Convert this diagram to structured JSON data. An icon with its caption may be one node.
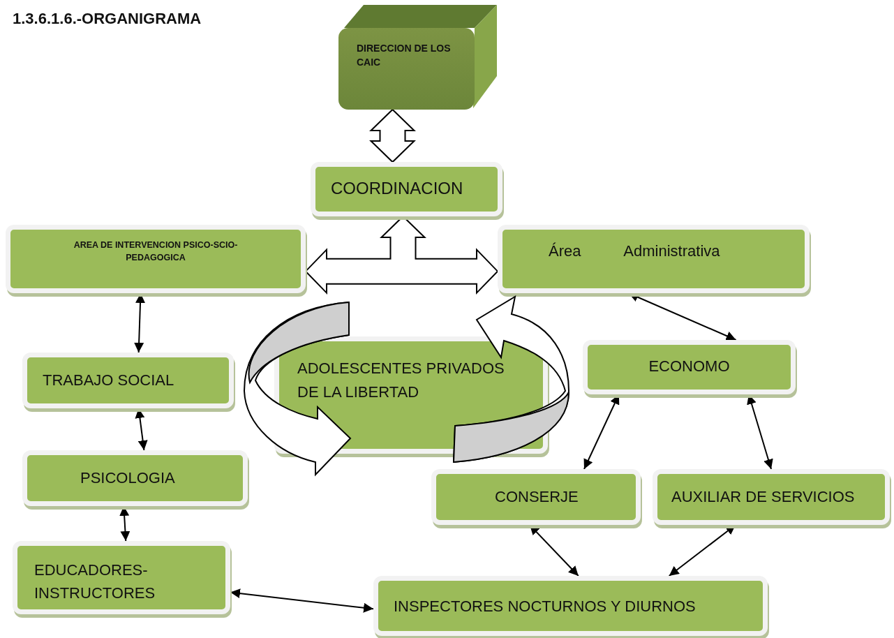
{
  "diagram": {
    "title": "1.3.6.1.6.-ORGANIGRAMA",
    "nodes": [
      {
        "text": [
          "DIRECCION DE LOS CAIC"
        ]
      },
      {
        "text": [
          "COORDINACION"
        ]
      },
      {
        "text": [
          "AREA DE INTERVENCION PSICO-SCIO-PEDAGOGICA"
        ]
      },
      {
        "text": [
          "Área Administrativa"
        ]
      },
      {
        "text": [
          "TRABAJO SOCIAL"
        ]
      },
      {
        "text": [
          "ADOLESCENTES PRIVADOS DE LA LIBERTAD"
        ]
      },
      {
        "text": [
          "ECONOMO"
        ]
      },
      {
        "text": [
          "PSICOLOGIA"
        ]
      },
      {
        "text": [
          "CONSERJE"
        ]
      },
      {
        "text": [
          "AUXILIAR DE SERVICIOS"
        ]
      },
      {
        "text": [
          "EDUCADORES-INSTRUCTORES"
        ]
      },
      {
        "text": [
          "INSPECTORES NOCTURNOS Y DIURNOS"
        ]
      }
    ],
    "edges": [
      {
        "from": 0,
        "to": 1,
        "arrow": "both",
        "style": "thick"
      },
      {
        "from": 1,
        "to": 2,
        "arrow": "both",
        "style": "thick"
      },
      {
        "from": 1,
        "to": 3,
        "arrow": "both",
        "style": "thick"
      },
      {
        "from": 2,
        "to": 4,
        "arrow": "both"
      },
      {
        "from": 4,
        "to": 7,
        "arrow": "both"
      },
      {
        "from": 7,
        "to": 10,
        "arrow": "both"
      },
      {
        "from": 3,
        "to": 6,
        "arrow": "both"
      },
      {
        "from": 6,
        "to": 8,
        "arrow": "both"
      },
      {
        "from": 6,
        "to": 9,
        "arrow": "both"
      },
      {
        "from": 8,
        "to": 11,
        "arrow": "both"
      },
      {
        "from": 9,
        "to": 11,
        "arrow": "both"
      },
      {
        "from": 10,
        "to": 11,
        "arrow": "both"
      }
    ]
  }
}
